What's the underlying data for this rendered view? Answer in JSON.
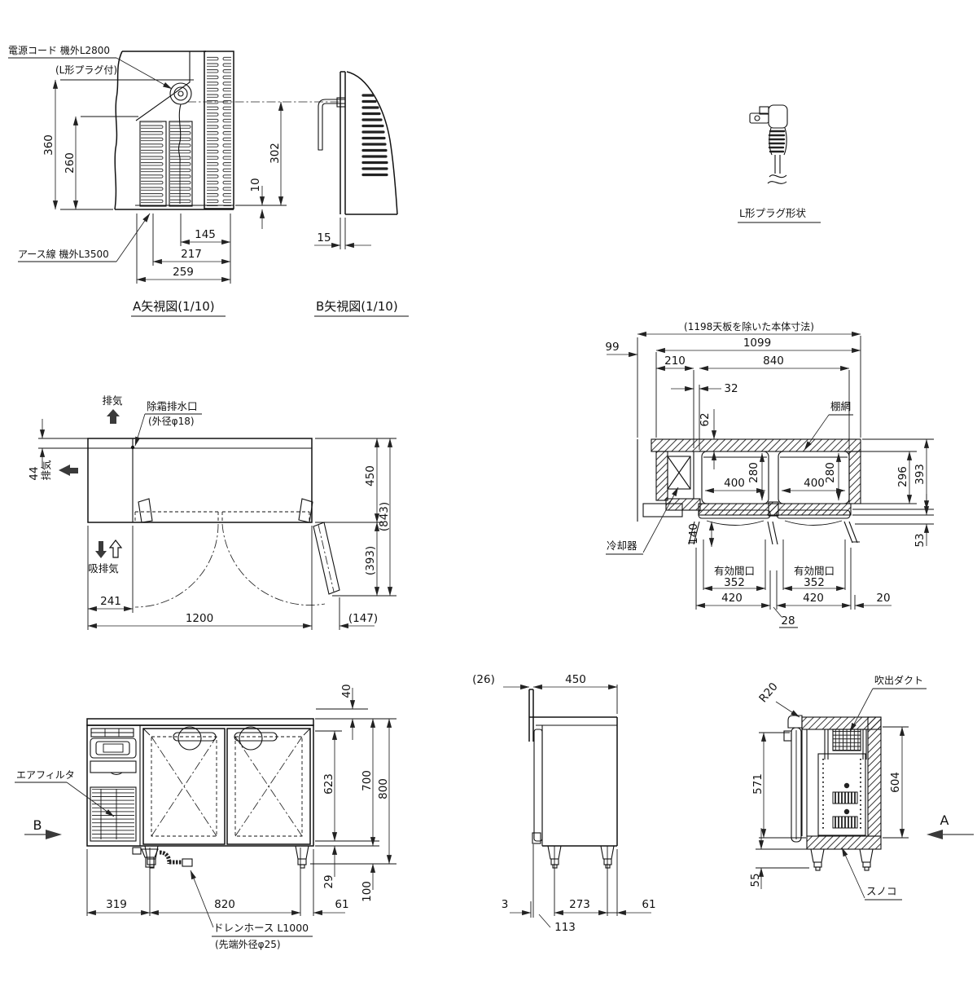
{
  "views": {
    "a": {
      "title": "A矢視図(1/10)",
      "power_cord": "電源コード 機外L2800",
      "plug_note": "(L形プラグ付)",
      "ground": "アース線 機外L3500",
      "d360": "360",
      "d260": "260",
      "d302": "302",
      "d10": "10",
      "d145": "145",
      "d217": "217",
      "d259": "259"
    },
    "b": {
      "title": "B矢視図(1/10)",
      "d15": "15"
    },
    "plug": {
      "label": "L形プラグ形状"
    },
    "plan": {
      "exhaust_top": "排気",
      "exhaust_side": "排気",
      "intake": "吸排気",
      "drain": "除霜排水口",
      "drain_note": "(外径φ18)",
      "d44": "44",
      "d450": "450",
      "d843": "(843)",
      "d393": "(393)",
      "d241": "241",
      "d1200": "1200",
      "d147": "(147)"
    },
    "sec": {
      "note": "(1198天板を除いた本体寸法)",
      "shelf": "棚網",
      "cooler": "冷却器",
      "opening": "有効間口",
      "d99": "99",
      "d1099": "1099",
      "d210": "210",
      "d840": "840",
      "d32": "32",
      "d62": "62",
      "d400": "400",
      "d280": "280",
      "d296": "296",
      "d393": "393",
      "d140": "140",
      "d53": "53",
      "d352": "352",
      "d420": "420",
      "d20": "20",
      "d28": "28"
    },
    "front": {
      "air_filter": "エアフィルタ",
      "arrow": "B",
      "hose": "ドレンホース L1000",
      "hose_note": "(先端外径φ25)",
      "d40": "40",
      "d623": "623",
      "d700": "700",
      "d800": "800",
      "d29": "29",
      "d100": "100",
      "d319": "319",
      "d820": "820",
      "d61": "61"
    },
    "side": {
      "d26": "(26)",
      "d450": "450",
      "d3": "3",
      "d273": "273",
      "d61": "61",
      "d113": "113"
    },
    "aa": {
      "duct": "吹出ダクト",
      "r20": "R20",
      "sunoko": "スノコ",
      "arrow": "A",
      "d571": "571",
      "d604": "604",
      "d55": "55"
    }
  }
}
